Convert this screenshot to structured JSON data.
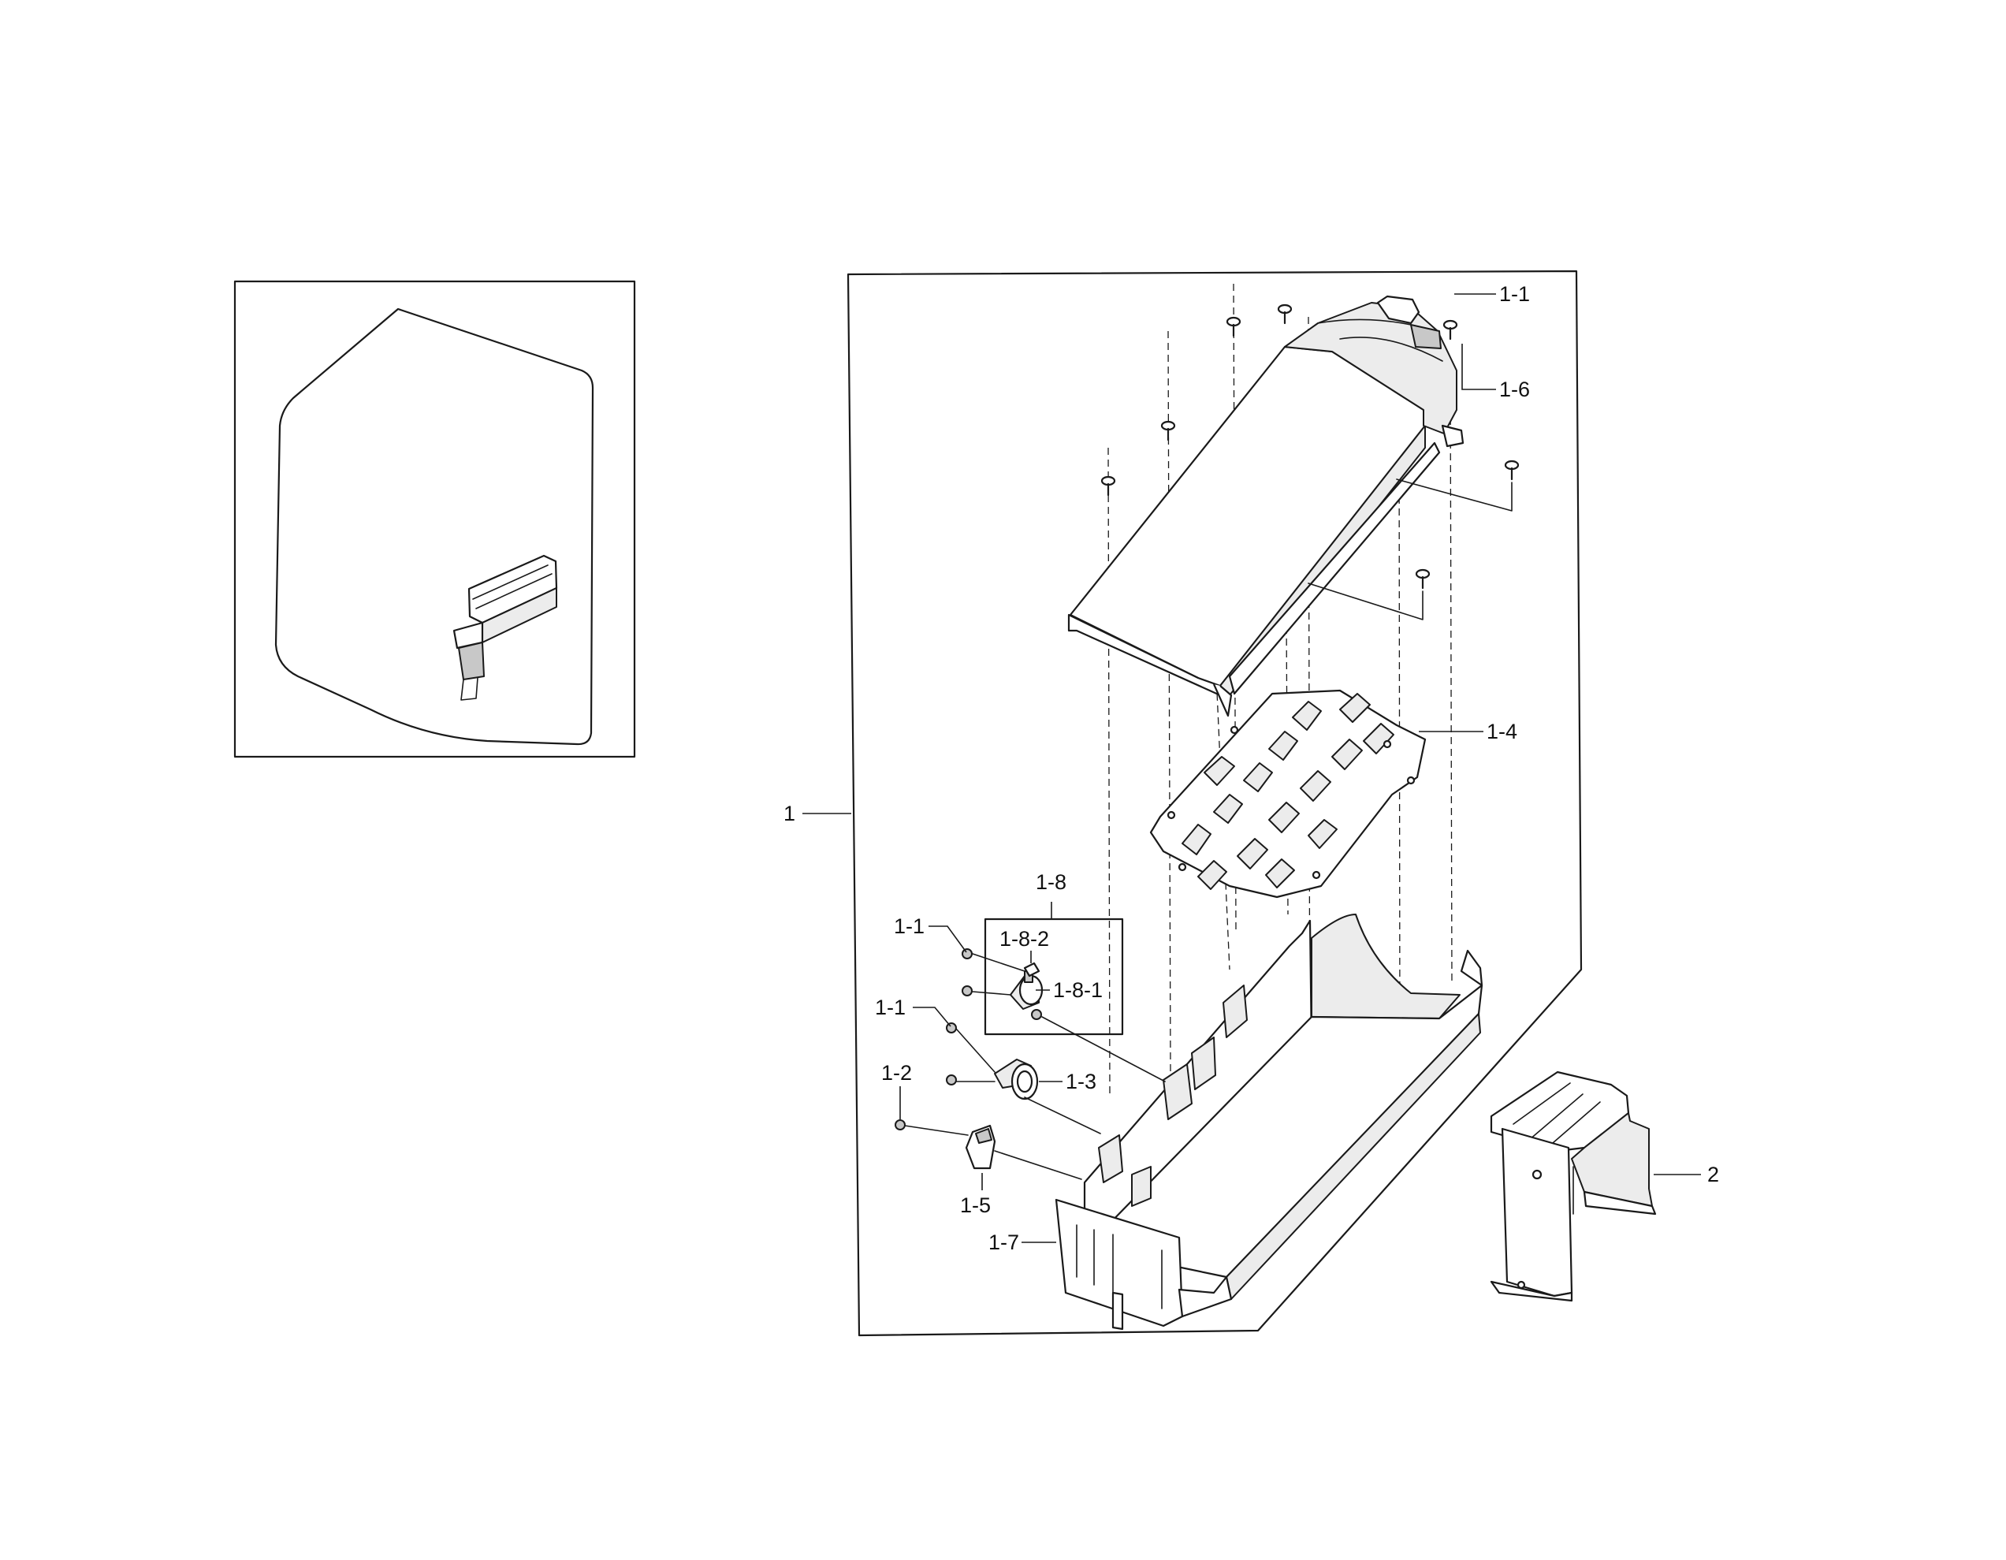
{
  "callouts": {
    "c_1": "1",
    "c_1_1_top": "1-1",
    "c_1_6": "1-6",
    "c_1_4": "1-4",
    "c_1_8": "1-8",
    "c_1_1_mid": "1-1",
    "c_1_8_2": "1-8-2",
    "c_1_8_1": "1-8-1",
    "c_1_1_low": "1-1",
    "c_1_3": "1-3",
    "c_1_2": "1-2",
    "c_1_5": "1-5",
    "c_1_7": "1-7",
    "c_2": "2"
  },
  "colors": {
    "line": "#1a1a1a",
    "background": "#ffffff"
  }
}
